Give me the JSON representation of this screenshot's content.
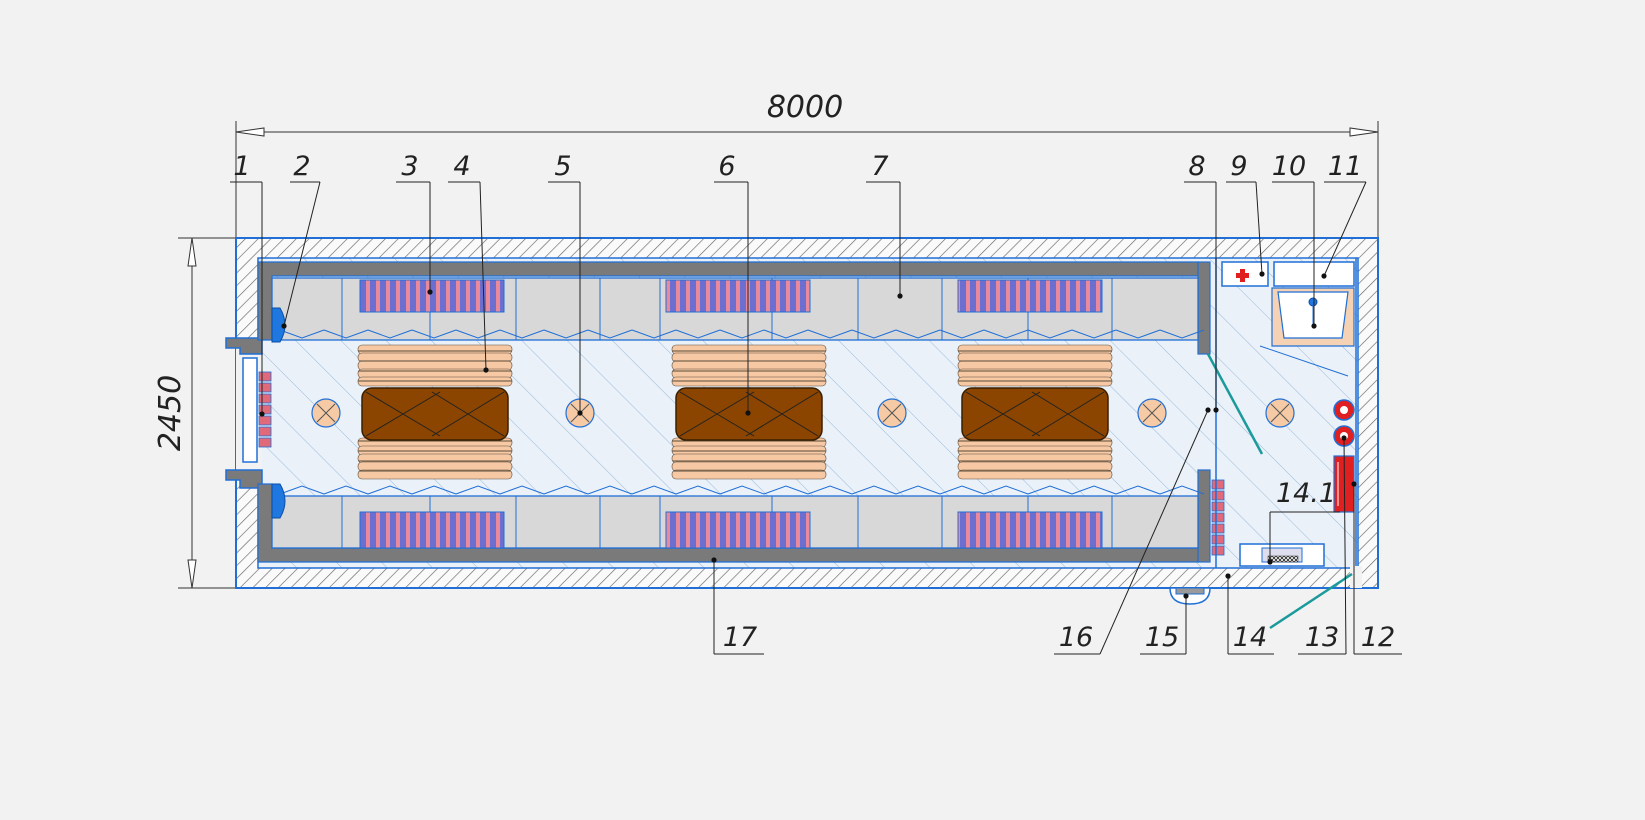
{
  "dimensions": {
    "length": "8000",
    "width": "2450"
  },
  "callouts": [
    "1",
    "2",
    "3",
    "4",
    "5",
    "6",
    "7",
    "8",
    "9",
    "10",
    "11",
    "12",
    "13",
    "14",
    "14.1",
    "15",
    "16",
    "17"
  ],
  "colors": {
    "background": "#f2f2f2",
    "outline": "#1f6fd6",
    "wall": "#6f6f6f",
    "table": "#8b4500",
    "chair": "#f6c9a4",
    "heater": "#7c72d0",
    "lamp": "#f5caa4",
    "door": "#1a9a9a",
    "extinguisher": "#e02020",
    "radiator": "#e06a7a",
    "hand_dryer": "#1f77e0"
  },
  "icons": [
    "first-aid-cross-icon"
  ]
}
